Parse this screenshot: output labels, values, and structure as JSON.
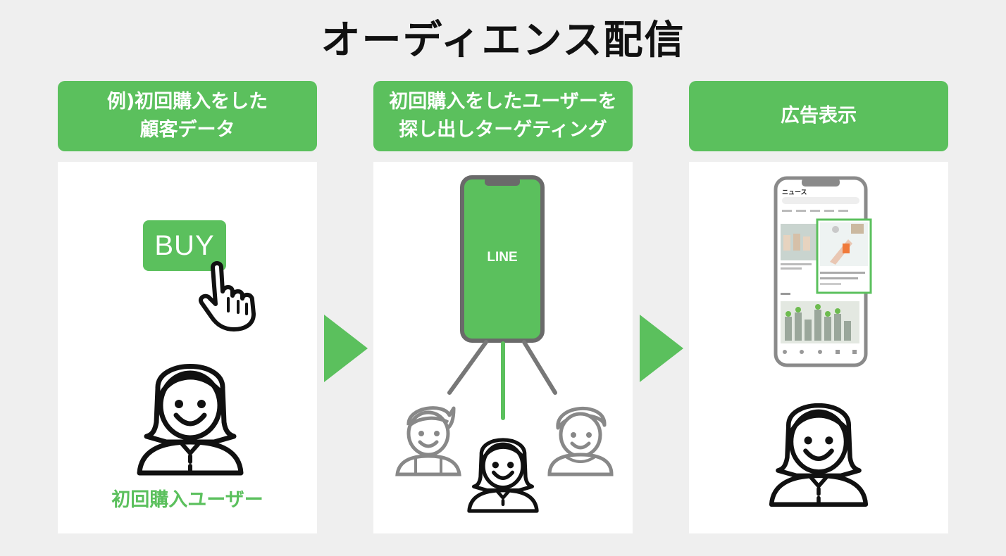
{
  "title": "オーディエンス配信",
  "steps": [
    {
      "header_lines": [
        "例)初回購入をした",
        "顧客データ"
      ],
      "buy_button": "BUY",
      "caption": "初回購入ユーザー"
    },
    {
      "header_lines": [
        "初回購入をしたユーザーを",
        "探し出しターゲティング"
      ],
      "phone_label": "LINE"
    },
    {
      "header_lines": [
        "広告表示"
      ],
      "screen_title": "ニュース"
    }
  ],
  "colors": {
    "accent": "#5bc05d",
    "background": "#efefef",
    "panel": "#ffffff",
    "ink": "#111111"
  },
  "icons": [
    "hand-pointer-icon",
    "woman-user-icon",
    "man-user-icon",
    "hooded-user-icon",
    "arrow-right-icon",
    "smartphone-icon"
  ]
}
